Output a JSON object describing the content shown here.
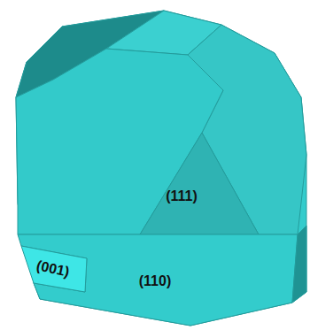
{
  "diagram": {
    "labels": [
      "(111)",
      "(001)",
      "(110)"
    ]
  }
}
